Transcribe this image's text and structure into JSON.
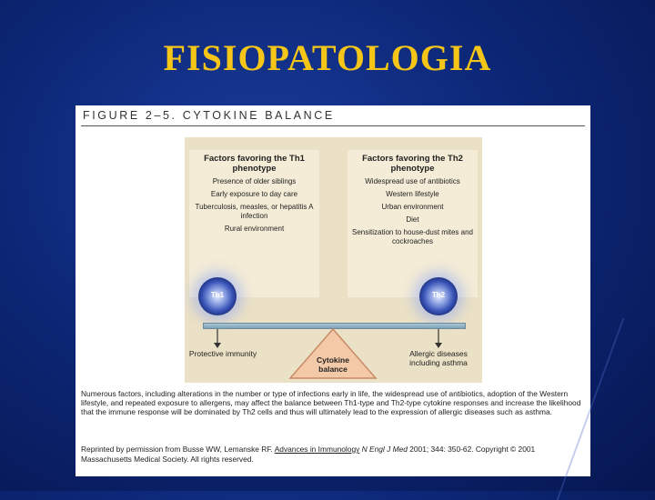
{
  "slide": {
    "title": "FISIOPATOLOGIA"
  },
  "figure": {
    "title": "FIGURE 2–5.  CYTOKINE BALANCE",
    "th1_box": {
      "heading": "Factors favoring the Th1 phenotype",
      "items": [
        "Presence of older siblings",
        "Early exposure to day care",
        "Tuberculosis, measles, or hepatitis A infection",
        "Rural environment"
      ]
    },
    "th2_box": {
      "heading": "Factors favoring the Th2 phenotype",
      "items": [
        "Widespread use of antibiotics",
        "Western lifestyle",
        "Urban environment",
        "Diet",
        "Sensitization to house-dust mites and cockroaches"
      ]
    },
    "cells": {
      "left": "Th1",
      "right": "Th2"
    },
    "outcomes": {
      "left": "Protective immunity",
      "right": "Allergic diseases including asthma"
    },
    "fulcrum": "Cytokine balance",
    "caption": "Numerous factors, including alterations in the number or type of infections early in life, the widespread use of antibiotics, adoption of the Western lifestyle, and repeated exposure to allergens, may affect the balance between Th1-type and Th2-type cytokine responses and increase the likelihood that the immune response will be dominated by Th2 cells and thus will ultimately lead to the expression of allergic diseases such as asthma.",
    "credit": {
      "prefix": "Reprinted by permission from Busse WW, Lemanske RF.",
      "link": "Advances in Immunology",
      "journal": "N Engl J Med",
      "suffix": "2001; 344: 350-62. Copyright © 2001 Massachusetts Medical Society. All rights reserved."
    }
  }
}
